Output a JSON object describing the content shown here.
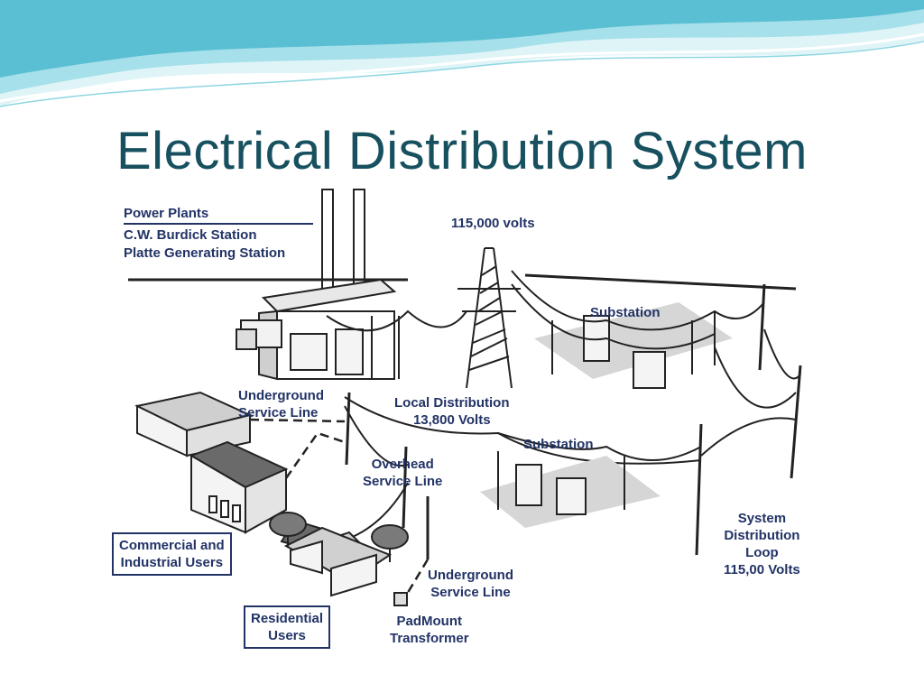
{
  "slide": {
    "title": "Electrical Distribution System",
    "colors": {
      "title": "#17505f",
      "wave_light": "#cfeef2",
      "wave_mid": "#8fd6e2",
      "wave_dark": "#3fa8c0",
      "label_text": "#223366"
    }
  },
  "diagram": {
    "labels": {
      "power_plants": "Power Plants",
      "burdick": "C.W. Burdick Station",
      "platte": "Platte Generating Station",
      "transmission_voltage": "115,000 volts",
      "substation_top": "Substation",
      "underground_service_1": "Underground",
      "underground_service_2": "Service Line",
      "local_distribution_1": "Local Distribution",
      "local_distribution_2": "13,800 Volts",
      "substation_mid": "Substation",
      "overhead_service_1": "Overhead",
      "overhead_service_2": "Service Line",
      "commercial_1": "Commercial and",
      "commercial_2": "Industrial Users",
      "underground_res_1": "Underground",
      "underground_res_2": "Service Line",
      "residential_1": "Residential",
      "residential_2": "Users",
      "padmount_1": "PadMount",
      "padmount_2": "Transformer",
      "loop_1": "System",
      "loop_2": "Distribution",
      "loop_3": "Loop",
      "loop_4": "115,00 Volts"
    }
  }
}
